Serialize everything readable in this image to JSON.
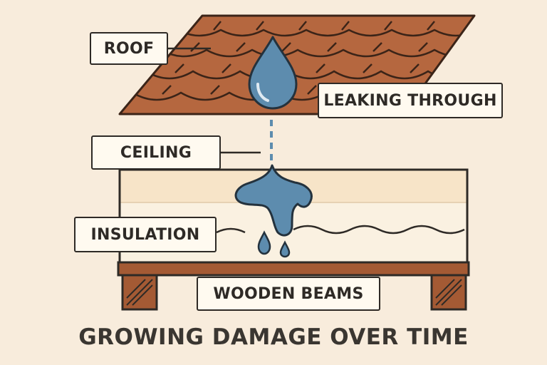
{
  "labels": {
    "roof": "ROOF",
    "leaking": "LEAKING THROUGH",
    "ceiling": "CEILING",
    "insulation": "INSULATION",
    "beams": "WOODEN BEAMS"
  },
  "caption": "GROWING DAMAGE OVER TIME",
  "colors": {
    "background": "#f8ecdc",
    "roof": "#b5673f",
    "roof_outline": "#3b2418",
    "water": "#5d8cae",
    "ceiling": "#f7e4c8",
    "insulation": "#faf1e1",
    "beam": "#a45a34",
    "outline": "#2e2a26"
  }
}
